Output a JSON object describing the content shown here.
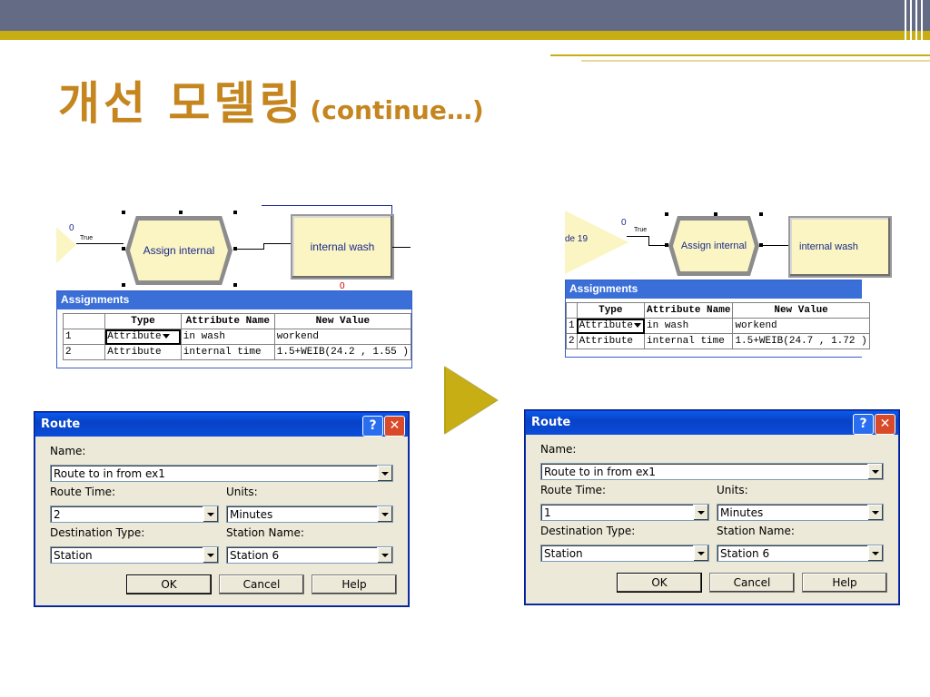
{
  "slide": {
    "title_korean": "개선 모델링",
    "title_continue": "(continue…)"
  },
  "left_flow": {
    "counter_top": "0",
    "true_label": "True",
    "assign_label": "Assign internal",
    "process_label": "internal wash",
    "counter_bottom": "0"
  },
  "right_flow": {
    "decide_label": "de 19",
    "counter_top": "0",
    "true_label": "True",
    "assign_label": "Assign internal",
    "process_label": "internal wash"
  },
  "left_assignments": {
    "title": "Assignments",
    "headers": [
      "",
      "Type",
      "Attribute Name",
      "New Value"
    ],
    "rows": [
      [
        "1",
        "Attribute",
        "in wash",
        "workend"
      ],
      [
        "2",
        "Attribute",
        "internal time",
        "1.5+WEIB(24.2 , 1.55 )"
      ]
    ]
  },
  "right_assignments": {
    "title": "Assignments",
    "headers": [
      "",
      "Type",
      "Attribute Name",
      "New Value"
    ],
    "rows": [
      [
        "1",
        "Attribute",
        "in wash",
        "workend"
      ],
      [
        "2",
        "Attribute",
        "internal time",
        "1.5+WEIB(24.7 , 1.72 )"
      ]
    ]
  },
  "left_dialog": {
    "title": "Route",
    "help_btn": "?",
    "close_btn": "✕",
    "name_label": "Name:",
    "name_value": "Route to in from ex1",
    "route_time_label": "Route Time:",
    "route_time_value": "2",
    "units_label": "Units:",
    "units_value": "Minutes",
    "dest_type_label": "Destination Type:",
    "dest_type_value": "Station",
    "station_name_label": "Station Name:",
    "station_name_value": "Station 6",
    "ok": "OK",
    "cancel": "Cancel",
    "help": "Help"
  },
  "right_dialog": {
    "title": "Route",
    "help_btn": "?",
    "close_btn": "✕",
    "name_label": "Name:",
    "name_value": "Route to in from ex1",
    "route_time_label": "Route Time:",
    "route_time_value": "1",
    "units_label": "Units:",
    "units_value": "Minutes",
    "dest_type_label": "Destination Type:",
    "dest_type_value": "Station",
    "station_name_label": "Station Name:",
    "station_name_value": "Station 6",
    "ok": "OK",
    "cancel": "Cancel",
    "help": "Help"
  },
  "colors": {
    "banner": "#646b85",
    "gold": "#c8ae15",
    "title": "#c5851f",
    "xp_blue": "#0a4cd8",
    "module_fill": "#fbf5c4"
  }
}
